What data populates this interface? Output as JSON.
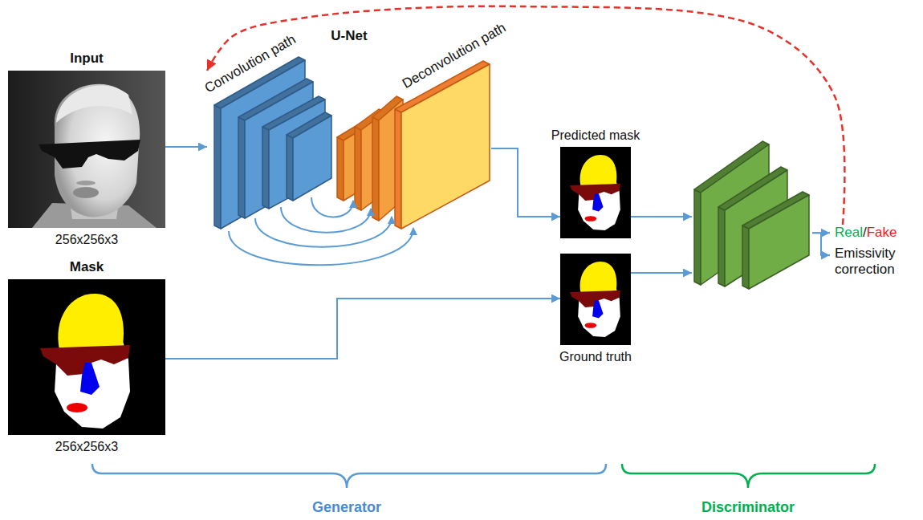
{
  "diagram": {
    "nodes": [
      {
        "text": [
          "Input",
          "256x256x3"
        ]
      },
      {
        "text": [
          "Mask",
          "256x256x3"
        ]
      },
      {
        "text": [
          "Convolution path",
          "U-Net",
          "Deconvolution path"
        ]
      },
      {
        "text": [
          "Predicted mask"
        ]
      },
      {
        "text": [
          "Ground truth"
        ]
      },
      {
        "text": []
      },
      {
        "text": [
          "Real",
          "/",
          "Fake"
        ]
      },
      {
        "text": [
          "Emissivity correction"
        ]
      }
    ],
    "edges": [
      {
        "from": 0,
        "to": 2,
        "arrow": "to"
      },
      {
        "from": 2,
        "to": 3,
        "arrow": "to"
      },
      {
        "from": 1,
        "to": 4,
        "arrow": "to"
      },
      {
        "from": 3,
        "to": 5,
        "arrow": "to"
      },
      {
        "from": 4,
        "to": 5,
        "arrow": "to"
      },
      {
        "from": 5,
        "to": 6,
        "arrow": "to"
      },
      {
        "from": 5,
        "to": 7,
        "arrow": "to"
      },
      {
        "from": 6,
        "to": 2,
        "arrow": "to"
      }
    ],
    "labels": [
      "Generator",
      "Discriminator"
    ]
  }
}
